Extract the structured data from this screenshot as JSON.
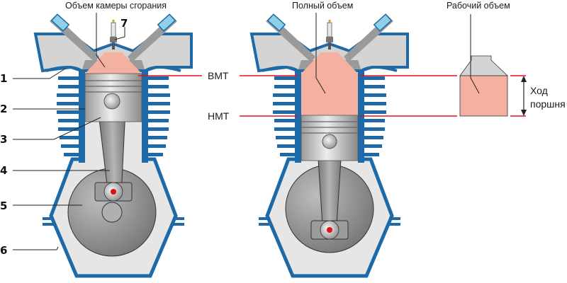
{
  "labels": {
    "combustion_chamber": "Объем камеры сгорания",
    "total_volume": "Полный объем",
    "working_volume": "Рабочий объем",
    "tdc": "ВМТ",
    "bdc": "НМТ",
    "stroke_line1": "Ход",
    "stroke_line2": "поршня"
  },
  "callouts": [
    "1",
    "2",
    "3",
    "4",
    "5",
    "6",
    "7"
  ],
  "colors": {
    "water_jacket": "#1e6aa8",
    "head_fill": "#d4d4d4",
    "gas_fill": "#f4b0a0",
    "marker_line": "#e0101c",
    "piston": "#bdbdbd",
    "crank_disc": "#8f8f8f",
    "crankcase": "#e6e6e6",
    "pin_dot": "#e01010"
  }
}
